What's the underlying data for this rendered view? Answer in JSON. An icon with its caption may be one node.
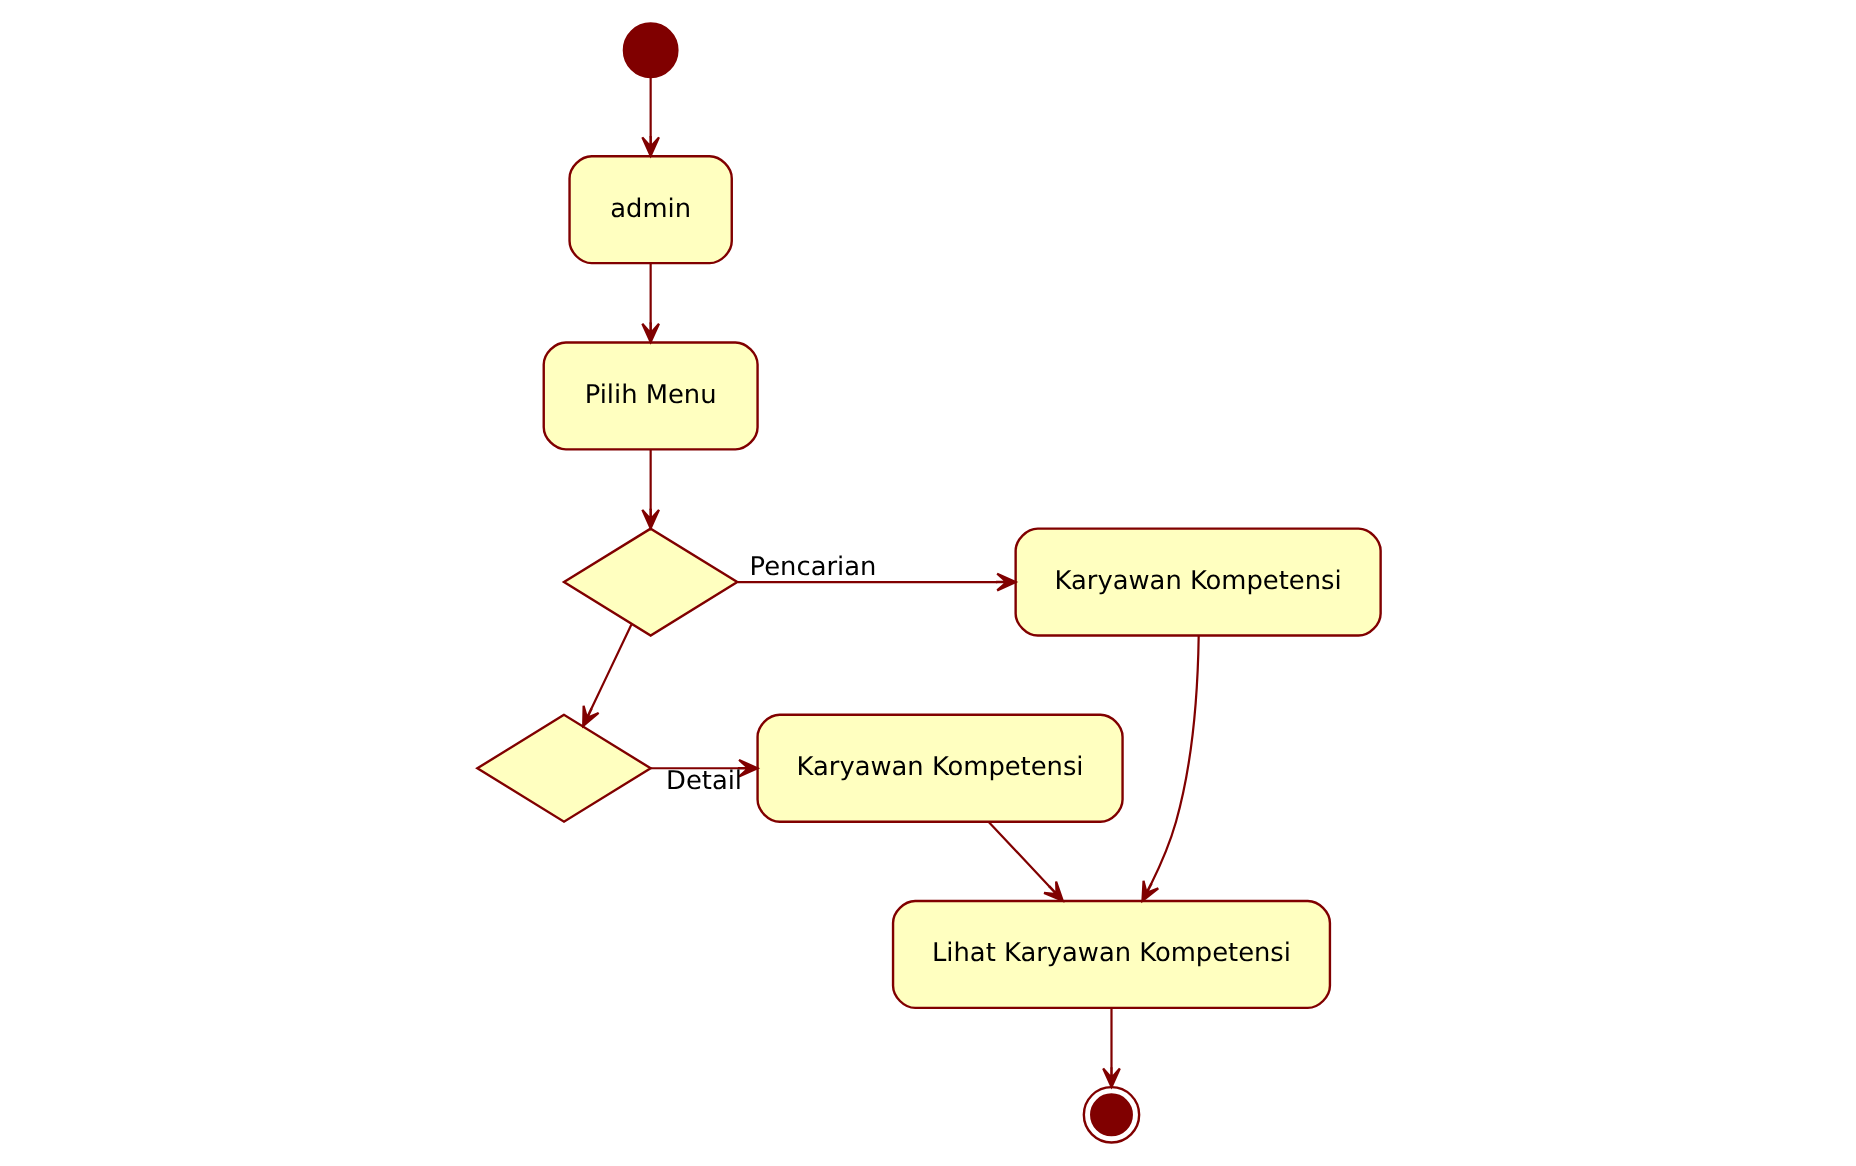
{
  "diagram": {
    "nodes": [
      {
        "text": [],
        "shape": "circle"
      },
      {
        "text": [
          "admin"
        ]
      },
      {
        "text": [
          "Pilih Menu"
        ]
      },
      {
        "text": [],
        "shape": "diamond"
      },
      {
        "text": [],
        "shape": "diamond"
      },
      {
        "text": [
          "Karyawan Kompetensi"
        ]
      },
      {
        "text": [
          "Karyawan Kompetensi"
        ]
      },
      {
        "text": [
          "Lihat Karyawan Kompetensi"
        ]
      },
      {
        "text": [],
        "shape": "bullseye"
      }
    ],
    "edges": [
      {
        "from": 0,
        "to": 1,
        "arrow": "to"
      },
      {
        "from": 1,
        "to": 2,
        "arrow": "to"
      },
      {
        "from": 2,
        "to": 3,
        "arrow": "to"
      },
      {
        "from": 3,
        "to": 5,
        "arrow": "to",
        "label": "Pencarian"
      },
      {
        "from": 3,
        "to": 4,
        "arrow": "to"
      },
      {
        "from": 4,
        "to": 6,
        "arrow": "to",
        "label": "Detail"
      },
      {
        "from": 5,
        "to": 7,
        "arrow": "to"
      },
      {
        "from": 6,
        "to": 7,
        "arrow": "to"
      },
      {
        "from": 7,
        "to": 8,
        "arrow": "to"
      }
    ]
  }
}
